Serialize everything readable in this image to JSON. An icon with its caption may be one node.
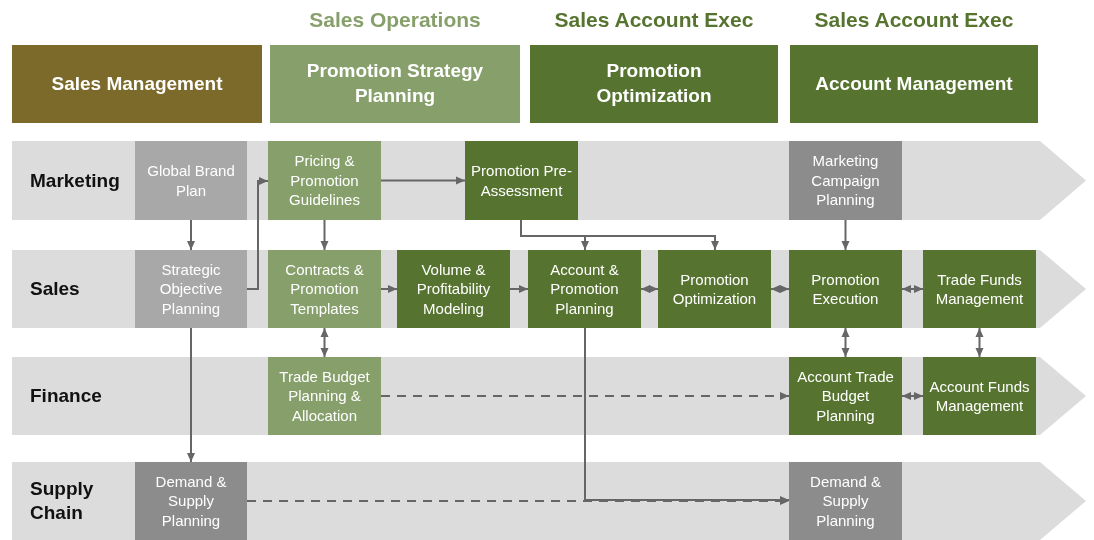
{
  "diagram": {
    "nodes": [
      {
        "text": [
          "Sales Management"
        ]
      },
      {
        "text": [
          "Sales Operations",
          "Promotion Strategy Planning"
        ]
      },
      {
        "text": [
          "Sales Account Exec",
          "Promotion Optimization"
        ]
      },
      {
        "text": [
          "Sales Account Exec",
          "Account Management"
        ]
      },
      {
        "text": [
          "Marketing"
        ]
      },
      {
        "text": [
          "Global Brand Plan"
        ],
        "in": 4
      },
      {
        "text": [
          "Pricing & Promotion Guidelines"
        ],
        "in": 4
      },
      {
        "text": [
          "Promotion Pre-Assessment"
        ],
        "in": 4
      },
      {
        "text": [
          "Marketing Campaign Planning"
        ],
        "in": 4
      },
      {
        "text": [
          "Sales"
        ]
      },
      {
        "text": [
          "Strategic Objective Planning"
        ],
        "in": 9
      },
      {
        "text": [
          "Contracts & Promotion Templates"
        ],
        "in": 9
      },
      {
        "text": [
          "Volume & Profitability Modeling"
        ],
        "in": 9
      },
      {
        "text": [
          "Account & Promotion Planning"
        ],
        "in": 9
      },
      {
        "text": [
          "Promotion Optimization"
        ],
        "in": 9
      },
      {
        "text": [
          "Promotion Execution"
        ],
        "in": 9
      },
      {
        "text": [
          "Trade Funds Management"
        ],
        "in": 9
      },
      {
        "text": [
          "Finance"
        ]
      },
      {
        "text": [
          "Trade Budget Planning & Allocation"
        ],
        "in": 17
      },
      {
        "text": [
          "Account Trade Budget Planning"
        ],
        "in": 17
      },
      {
        "text": [
          "Account Funds Management"
        ],
        "in": 17
      },
      {
        "text": [
          "Supply Chain"
        ]
      },
      {
        "text": [
          "Demand & Supply Planning"
        ],
        "in": 21
      },
      {
        "text": [
          "Demand & Supply Planning"
        ],
        "in": 21
      }
    ],
    "edges": [
      {
        "from": 5,
        "to": 10,
        "arrow": "to"
      },
      {
        "from": 10,
        "to": 6,
        "arrow": "to"
      },
      {
        "from": 6,
        "to": 7,
        "arrow": "to"
      },
      {
        "from": 6,
        "to": 11,
        "arrow": "to"
      },
      {
        "from": 7,
        "to": 13,
        "arrow": "to"
      },
      {
        "from": 7,
        "to": 14,
        "arrow": "to"
      },
      {
        "from": 8,
        "to": 15,
        "arrow": "to"
      },
      {
        "from": 11,
        "to": 12,
        "arrow": "to"
      },
      {
        "from": 12,
        "to": 13,
        "arrow": "to"
      },
      {
        "from": 13,
        "to": 14,
        "arrow": "both"
      },
      {
        "from": 14,
        "to": 15,
        "arrow": "both"
      },
      {
        "from": 15,
        "to": 16,
        "arrow": "both"
      },
      {
        "from": 11,
        "to": 18,
        "arrow": "both"
      },
      {
        "from": 15,
        "to": 19,
        "arrow": "both"
      },
      {
        "from": 16,
        "to": 20,
        "arrow": "both"
      },
      {
        "from": 19,
        "to": 20,
        "arrow": "both"
      },
      {
        "from": 18,
        "to": 19,
        "arrow": "to",
        "style": "dashed"
      },
      {
        "from": 10,
        "to": 22,
        "arrow": "to"
      },
      {
        "from": 22,
        "to": 23,
        "arrow": "to",
        "style": "dashed"
      },
      {
        "from": 13,
        "to": 23,
        "arrow": "to"
      }
    ]
  }
}
